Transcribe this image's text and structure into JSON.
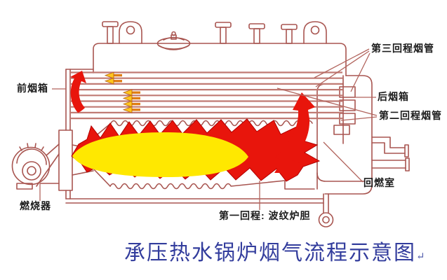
{
  "diagram": {
    "title": "承压热水锅炉烟气流程示意图",
    "title_paragraph_mark": "↵",
    "labels": {
      "front_smoke_box": "前烟箱",
      "third_pass_tubes": "第三回程烟管",
      "rear_smoke_box": "后烟箱",
      "second_pass_tubes": "第二回程烟管",
      "return_combustion_chamber": "回燃室",
      "burner": "燃烧器",
      "first_pass": "第一回程: 波纹炉胆"
    },
    "colors": {
      "diagram_outline": "#a85550",
      "tube_line": "#c07a73",
      "flame_red": "#e8150c",
      "flame_yellow": "#ffe800",
      "flow_arrow_red": "#e8150c",
      "tube_arrow_orange": "#ffc61e",
      "tube_arrow_tail": "#e07d14",
      "title_blue": "#333d9d",
      "label_text": "#1b1b1b",
      "background": "#ffffff"
    }
  }
}
